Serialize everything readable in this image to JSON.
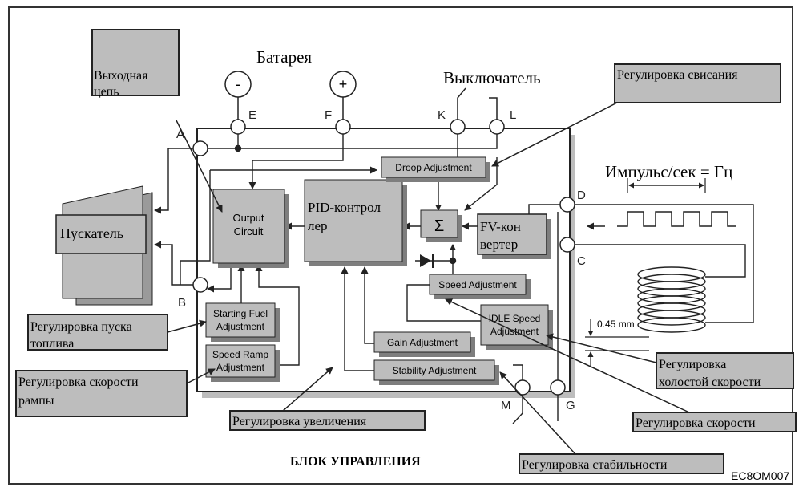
{
  "battery_label": "Батарея",
  "switch_label": "Выключатель",
  "pulse_label": "Импульс/сек = Гц",
  "minus_sign": "-",
  "plus_sign": "+",
  "sigma": "Σ",
  "terminals": {
    "A": "A",
    "B": "B",
    "C": "C",
    "D": "D",
    "E": "E",
    "F": "F",
    "G": "G",
    "K": "K",
    "L": "L",
    "M": "M"
  },
  "blocks": {
    "output_circuit": [
      "Output",
      "Circuit"
    ],
    "pid": [
      "PID-контрол",
      "лер"
    ],
    "fv": [
      "FV-кон",
      "вертер"
    ],
    "starter": "Пускатель",
    "droop": "Droop Adjustment",
    "speed": "Speed Adjustment",
    "idle": [
      "IDLE Speed",
      "Adjustment"
    ],
    "starting_fuel": [
      "Starting Fuel",
      "Adjustment"
    ],
    "speed_ramp": [
      "Speed Ramp",
      "Adjustment"
    ],
    "gain": "Gain Adjustment",
    "stability": "Stability Adjustment"
  },
  "gap_label": "0.45 mm",
  "callouts": {
    "output_circuit": [
      "Выходная",
      "цепь"
    ],
    "droop": "Регулировка свисания",
    "start_fuel": [
      "Регулировка пуска",
      "топлива"
    ],
    "speed_ramp": [
      "Регулировка скорости",
      "рампы"
    ],
    "gain": "Регулировка увеличения",
    "idle": [
      "Регулировка",
      "холостой скорости"
    ],
    "speed": "Регулировка скорости",
    "stability": "Регулировка стабильности"
  },
  "footer_title": "БЛОК УПРАВЛЕНИЯ",
  "figure_code": "EC8OM007"
}
